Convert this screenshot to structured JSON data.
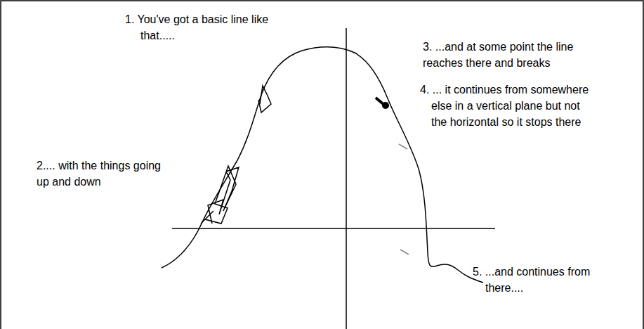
{
  "diagram": {
    "labels": [
      "1. You've got a basic line like that.....",
      "2.... with the things going up and down",
      "3. ...and at some point the line reaches there and breaks",
      "4. ... it continues from somewhere else in a vertical plane but not the horizontal so it stops there",
      "5. ...and continues from there...."
    ]
  }
}
